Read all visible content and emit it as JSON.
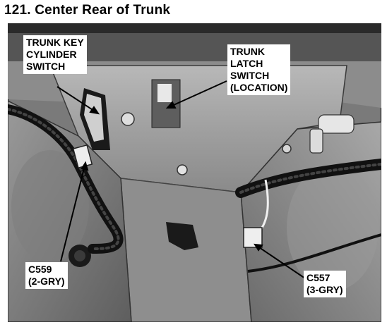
{
  "title": "121.  Center Rear of Trunk",
  "photo": {
    "labels": {
      "trunk_key_cylinder_switch": "TRUNK KEY\nCYLINDER\nSWITCH",
      "trunk_latch_switch": "TRUNK\nLATCH\nSWITCH\n(LOCATION)",
      "c559": "C559\n(2-GRY)",
      "c557": "C557\n(3-GRY)"
    }
  }
}
